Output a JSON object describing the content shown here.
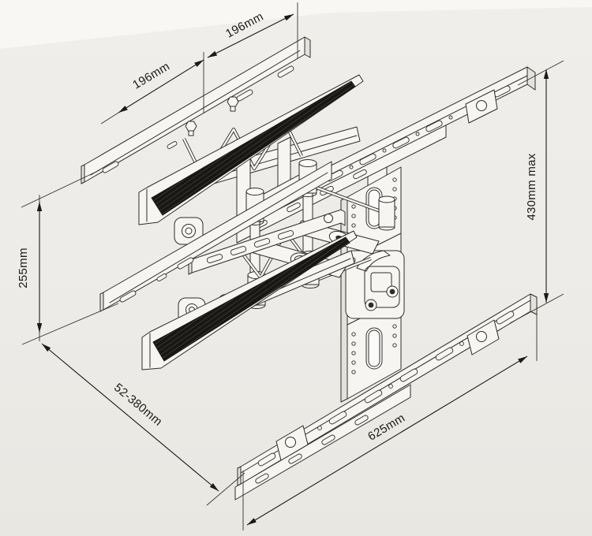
{
  "page": {
    "paper_color": "#eeece8",
    "paper_highlight": "#f8f7f4",
    "line_color": "#2e2d2b"
  },
  "diagram": {
    "kind": "isometric technical line drawing",
    "subject": "articulating TV wall mount bracket",
    "dimensions": {
      "tv_rail_left_spacing": "196mm",
      "tv_rail_right_spacing": "196mm",
      "bracket_height": "255mm",
      "extension_range": "52-380mm",
      "wall_rail_length": "625mm",
      "max_vertical": "430mm max"
    }
  }
}
